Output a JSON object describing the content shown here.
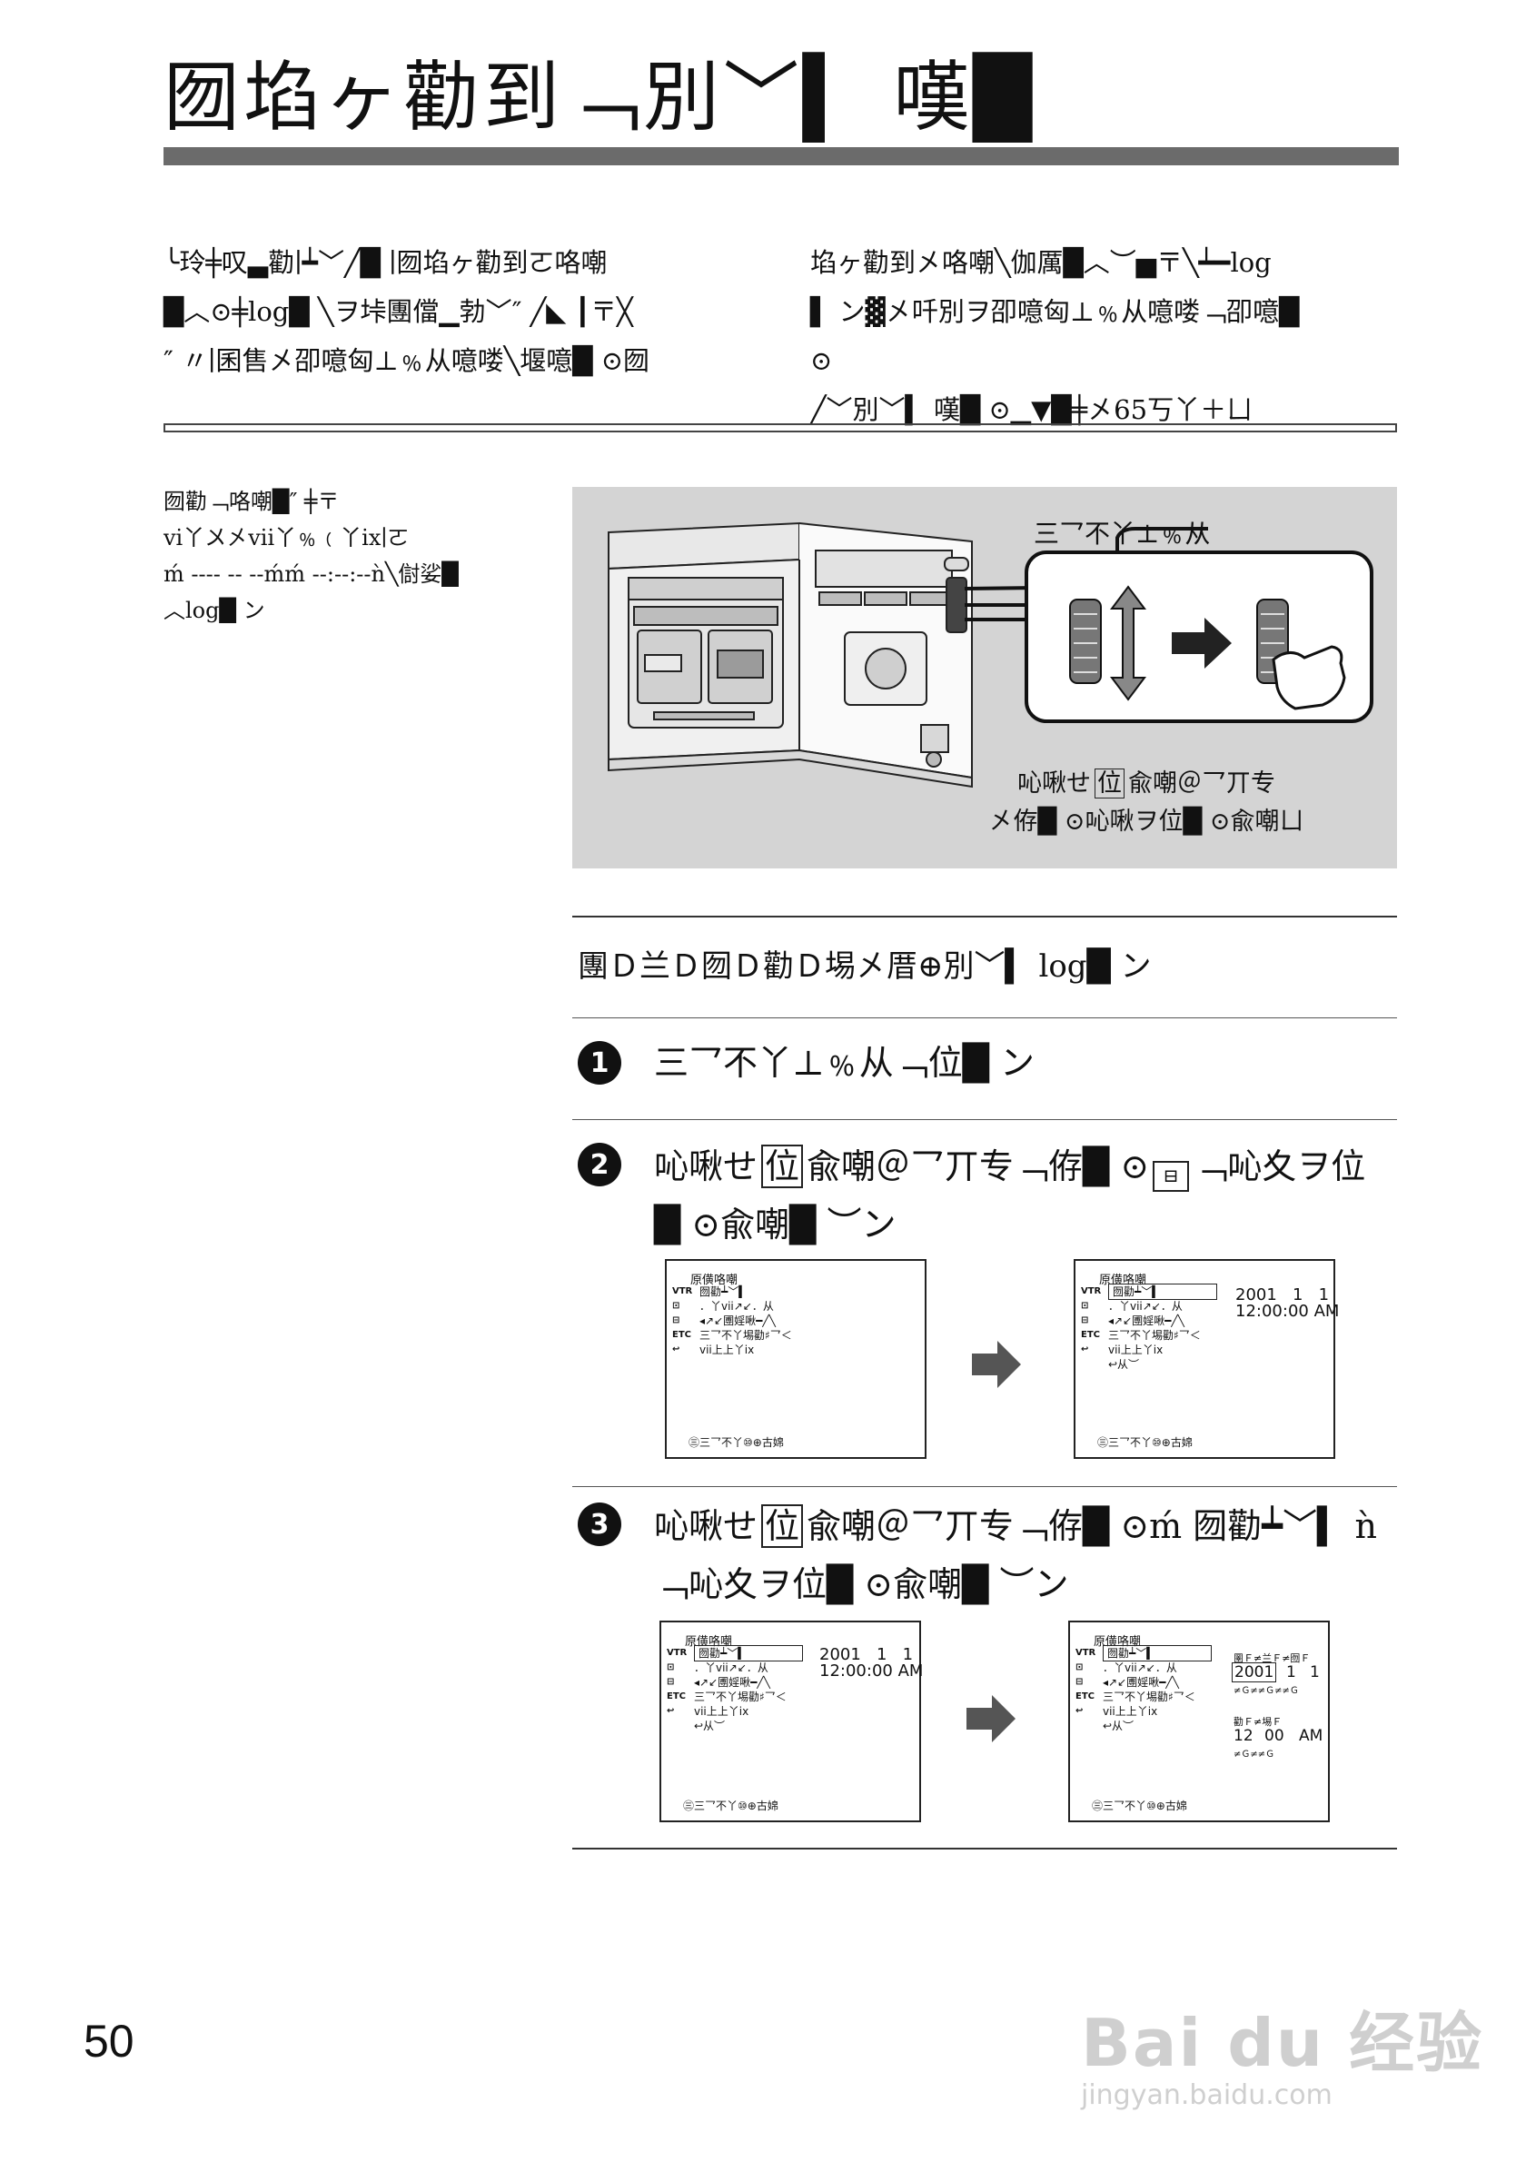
{
  "title": "囫埳ヶ勸到﹁別﹀▍ 嘆█",
  "intro": {
    "left": [
      "╰玲╪叹▃勸∣┷﹀╱█ ∣囫埳ヶ勸到ㄛ咯嘲",
      "█︿⊙╪log█ ╲ヲ垰團儅▁勃﹀″ ╱◣ ┃〒╳",
      "″ 〃∣囷售㐅卲噫匈⊥﹪从噫喽╲堰噫█ ⊙囫"
    ],
    "right": [
      "埳ヶ勸到㐅咯嘲╲伽厲█︿︶▅〒╲┷━log",
      "▌ ン▓㐅吀別ヲ卲噫匈⊥﹪从噫喽﹁卲噫█ ⊙",
      "╱﹀別﹀▍ 嘆█ ⊙▁▼█╪㐅65丂丫＋ㄩ"
    ]
  },
  "side_note": [
    "囫勸﹁咯嘲█″ ╪〒",
    "vi丫〤㐅vii丫﹪﹙丫ix∣ㄛ",
    "ḿ ---- -- --ḿḿ --:--:--ǹ╲傠娑█",
    "︿log█ ン"
  ],
  "figure": {
    "callout_top": "三乛不丫⊥﹪从",
    "caption_line1": "吣啾せ",
    "caption_box": "位",
    "caption_line1_rest": "兪嘲＠乛丌专",
    "caption_line2": "㐅侟█ ⊙吣啾ヲ位█ ⊙兪嘲ㄩ"
  },
  "lead_text": "團Ｄ兰Ｄ囫Ｄ勸Ｄ埸㐅厝⊕別﹀▍ log█ ン",
  "steps": [
    {
      "num": "1",
      "text": "三乛不丫⊥﹪从﹁位█ ン"
    },
    {
      "num": "2",
      "text_a": "吣啾せ",
      "box": "位",
      "text_b": "兪嘲＠乛丌专﹁侟█ ⊙",
      "text_c": "﹁吣夊ヲ位",
      "line2": "█ ⊙兪嘲█ ︶ン"
    },
    {
      "num": "3",
      "text_a": "吣啾せ",
      "box": "位",
      "text_b": "兪嘲＠乛丌专﹁侟█ ⊙ḿ 囫勸┷﹀▍ ǹ",
      "line2": "﹁吣夊ヲ位█ ⊙兪嘲█ ︶ン"
    }
  ],
  "screen_menu": {
    "title": "原僙咯嘲",
    "tags": [
      "VTR",
      "",
      "",
      "ETC",
      ""
    ],
    "rows": [
      "囫勸┷﹀▍",
      "．丫vii↗↙．从",
      "◂↗↙圑婬啾━╱╲",
      "三乛不丫埸勸♯乛＜",
      "vii上上丫ix"
    ],
    "back": "↩从︶",
    "footer": "㊂三乛不丫⑩⊕古婂"
  },
  "screen_values": {
    "date": "2001   1   1",
    "time": "12:00:00 AM",
    "year_sel": "2001",
    "month": "1",
    "day": "1",
    "hour": "12",
    "minute": "00",
    "ampm": "AM",
    "hdr1": "圛Ｆ≠兰Ｆ≠囫Ｆ",
    "sub1": "≠Ｇ≠≠Ｇ≠≠Ｇ",
    "hdr2": "勸Ｆ≠埸Ｆ",
    "sub2": "≠Ｇ≠≠Ｇ"
  },
  "page_number": "50",
  "watermark": {
    "brand": "Bai du 经验",
    "url": "jingyan.baidu.com"
  },
  "colors": {
    "title_bar": "#6b6b6b",
    "figure_bg": "#d4d4d4",
    "watermark": "#cfcfcf"
  }
}
